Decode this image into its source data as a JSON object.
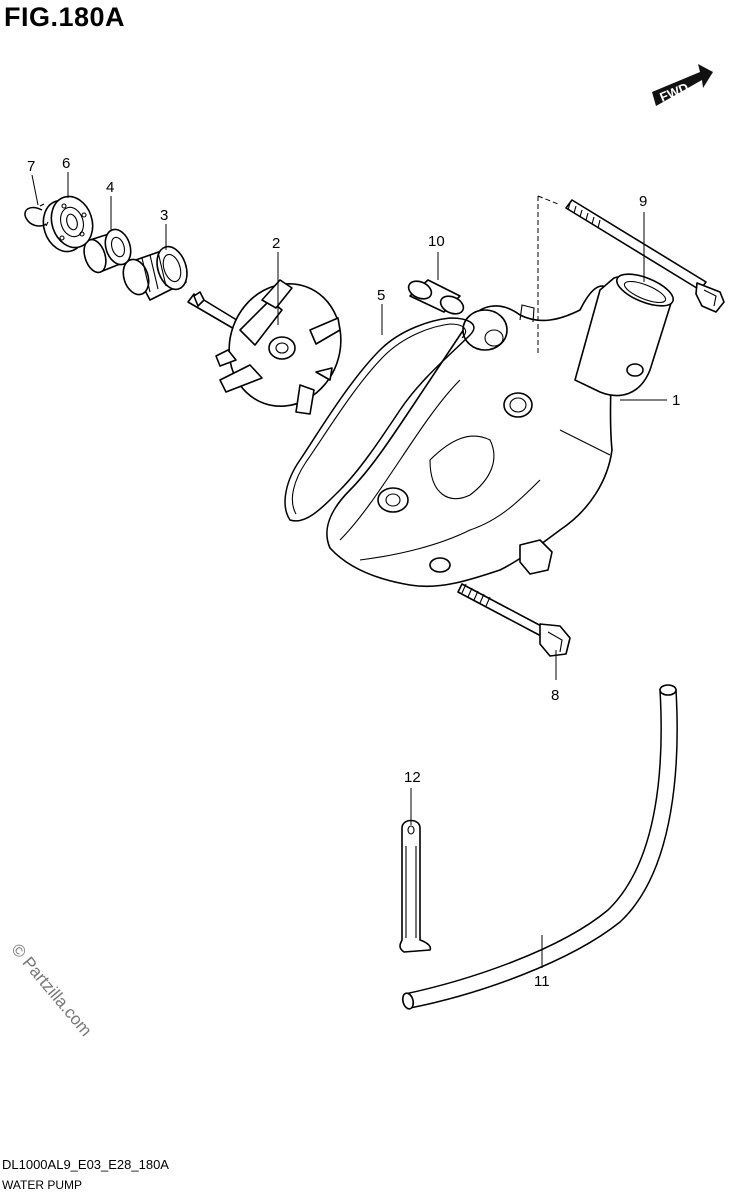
{
  "figure": {
    "title": "FIG.180A",
    "fwd_label": "FWD",
    "watermark": "© Partzilla.com",
    "diagram_code": "DL1000AL9_E03_E28_180A",
    "diagram_name": "WATER PUMP"
  },
  "callouts": [
    "1",
    "2",
    "3",
    "4",
    "5",
    "6",
    "7",
    "8",
    "9",
    "10",
    "11",
    "12"
  ],
  "parts": [
    {
      "ref": "1",
      "icon": "pump-body"
    },
    {
      "ref": "2",
      "icon": "impeller"
    },
    {
      "ref": "3",
      "icon": "mechanical-seal"
    },
    {
      "ref": "4",
      "icon": "oil-seal"
    },
    {
      "ref": "5",
      "icon": "o-ring"
    },
    {
      "ref": "6",
      "icon": "bearing"
    },
    {
      "ref": "7",
      "icon": "circlip"
    },
    {
      "ref": "8",
      "icon": "bolt"
    },
    {
      "ref": "9",
      "icon": "long-bolt"
    },
    {
      "ref": "10",
      "icon": "dowel-pin"
    },
    {
      "ref": "11",
      "icon": "hose"
    },
    {
      "ref": "12",
      "icon": "clamp"
    }
  ]
}
